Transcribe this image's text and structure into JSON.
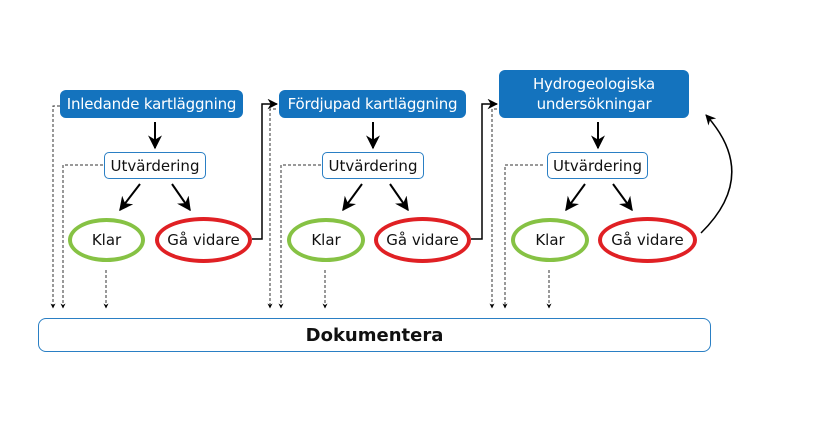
{
  "colors": {
    "stage_fill": "#1473be",
    "eval_border": "#2a7fc4",
    "done_ring": "#86c244",
    "continue_ring": "#e02024",
    "arrow": "#000000"
  },
  "stages": [
    {
      "title": "Inledande kartläggning",
      "evaluation": "Utvärdering",
      "done": "Klar",
      "continue": "Gå vidare"
    },
    {
      "title": "Fördjupad kartläggning",
      "evaluation": "Utvärdering",
      "done": "Klar",
      "continue": "Gå vidare"
    },
    {
      "title": "Hydrogeologiska undersökningar",
      "evaluation": "Utvärdering",
      "done": "Klar",
      "continue": "Gå vidare"
    }
  ],
  "document": {
    "label": "Dokumentera"
  },
  "connections": [
    {
      "from": "stage1-continue",
      "to": "stage2-title",
      "style": "solid"
    },
    {
      "from": "stage2-continue",
      "to": "stage3-title",
      "style": "solid"
    },
    {
      "from": "stage3-continue",
      "to": "stage3-title",
      "style": "curved-loop"
    },
    {
      "from": "stage-title",
      "to": "document",
      "style": "dashed"
    },
    {
      "from": "evaluation",
      "to": "document",
      "style": "dashed"
    },
    {
      "from": "done",
      "to": "document",
      "style": "dashed"
    }
  ]
}
